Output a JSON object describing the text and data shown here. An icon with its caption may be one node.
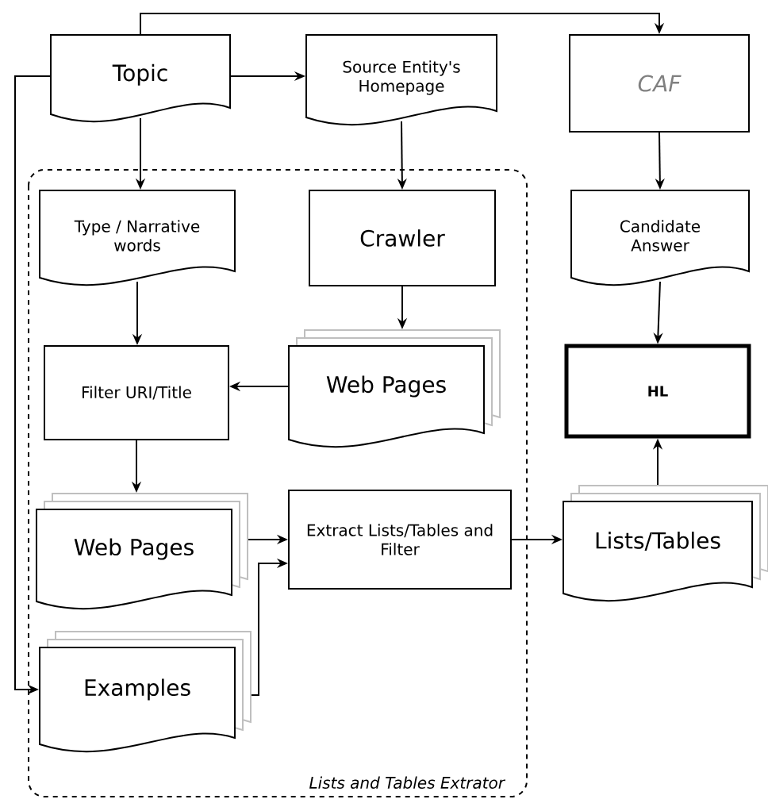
{
  "diagram": {
    "nodes": [
      {
        "text": [
          "Topic"
        ]
      },
      {
        "text": [
          "Source Entity's Homepage"
        ]
      },
      {
        "text": [
          "CAF"
        ]
      },
      {
        "text": [
          "Lists and Tables Extrator"
        ]
      },
      {
        "text": [
          "Type / Narrative words"
        ],
        "in": 3
      },
      {
        "text": [
          "Crawler"
        ],
        "in": 3
      },
      {
        "text": [
          "Candidate Answer"
        ]
      },
      {
        "text": [
          "Filter URI/Title"
        ],
        "in": 3
      },
      {
        "text": [
          "Web Pages"
        ],
        "in": 3
      },
      {
        "text": [
          "HL"
        ]
      },
      {
        "text": [
          "Web Pages"
        ],
        "in": 3
      },
      {
        "text": [
          "Extract Lists/Tables and Filter"
        ],
        "in": 3
      },
      {
        "text": [
          "Lists/Tables"
        ]
      },
      {
        "text": [
          "Examples"
        ],
        "in": 3
      }
    ],
    "edges": [
      {
        "from": 0,
        "to": 2,
        "arrow": "to"
      },
      {
        "from": 0,
        "to": 1,
        "arrow": "to"
      },
      {
        "from": 0,
        "to": 4,
        "arrow": "to"
      },
      {
        "from": 0,
        "to": 13,
        "arrow": "to"
      },
      {
        "from": 1,
        "to": 5,
        "arrow": "to"
      },
      {
        "from": 2,
        "to": 6,
        "arrow": "to"
      },
      {
        "from": 5,
        "to": 8,
        "arrow": "to"
      },
      {
        "from": 8,
        "to": 7,
        "arrow": "to"
      },
      {
        "from": 4,
        "to": 7,
        "arrow": "to"
      },
      {
        "from": 6,
        "to": 9,
        "arrow": "to"
      },
      {
        "from": 7,
        "to": 10,
        "arrow": "to"
      },
      {
        "from": 10,
        "to": 11,
        "arrow": "to"
      },
      {
        "from": 13,
        "to": 11,
        "arrow": "to"
      },
      {
        "from": 11,
        "to": 12,
        "arrow": "to"
      },
      {
        "from": 12,
        "to": 9,
        "arrow": "to"
      }
    ]
  }
}
